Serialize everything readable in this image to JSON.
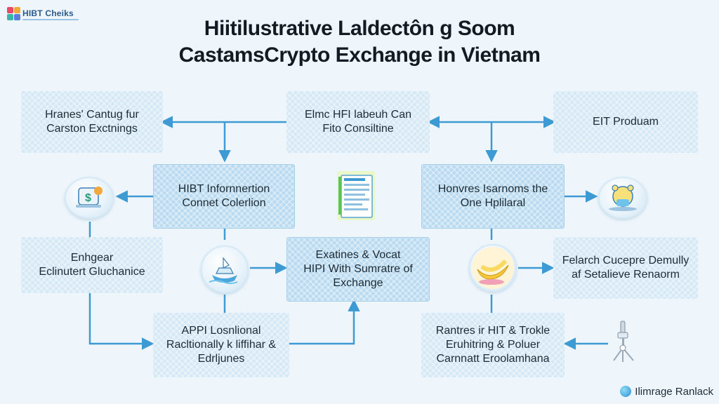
{
  "logo": {
    "text": "HIBT Cheiks"
  },
  "title": {
    "line1": "Hiitilustrative Laldectôn g Soom",
    "line2": "CastamsCrypto Exchange in Vietnam"
  },
  "boxes": {
    "b1": {
      "line1": "Hranes' Cantug fur",
      "line2": "Carston Exctnings"
    },
    "b2": {
      "line1": "Elmc HFI labeuh Can",
      "line2": "Fito Consiltine"
    },
    "b3": {
      "line1": "EIT Produam"
    },
    "b4": {
      "line1": "HIBT Infornnertion",
      "line2": "Connet Colerlion"
    },
    "b5": {
      "line1": "Honvres Isarnoms the",
      "line2": "One Hplilaral"
    },
    "b6": {
      "line1": "Enhgear",
      "line2": "Eclinutert Gluchanice"
    },
    "b7": {
      "line1": "Exatines & Vocat",
      "line2": "HIPI With Sumratre of",
      "line3": "Exchange"
    },
    "b8": {
      "line1": "Felarch Cucepre Demully",
      "line2": "af Setalieve Renaorm"
    },
    "b9": {
      "line1": "APPI Losnlional",
      "line2": "Racltionally k liffihar &",
      "line3": "Edrljunes"
    },
    "b10": {
      "line1": "Rantres ir HIT & Trokle",
      "line2": "Eruhitring & Poluer",
      "line3": "Carnnatt Eroolamhana"
    }
  },
  "icons": [
    "money-bag-icon",
    "document-icon",
    "teddy-bear-icon",
    "boat-icon",
    "banana-icon",
    "telescope-icon"
  ],
  "colors": {
    "arrow": "#3e9ad3",
    "box_light": "#d4e8f5",
    "box_dark": "#b9daf0",
    "background": "#eef6fb"
  },
  "watermark": {
    "text": "Ilimrage Ranlack"
  }
}
